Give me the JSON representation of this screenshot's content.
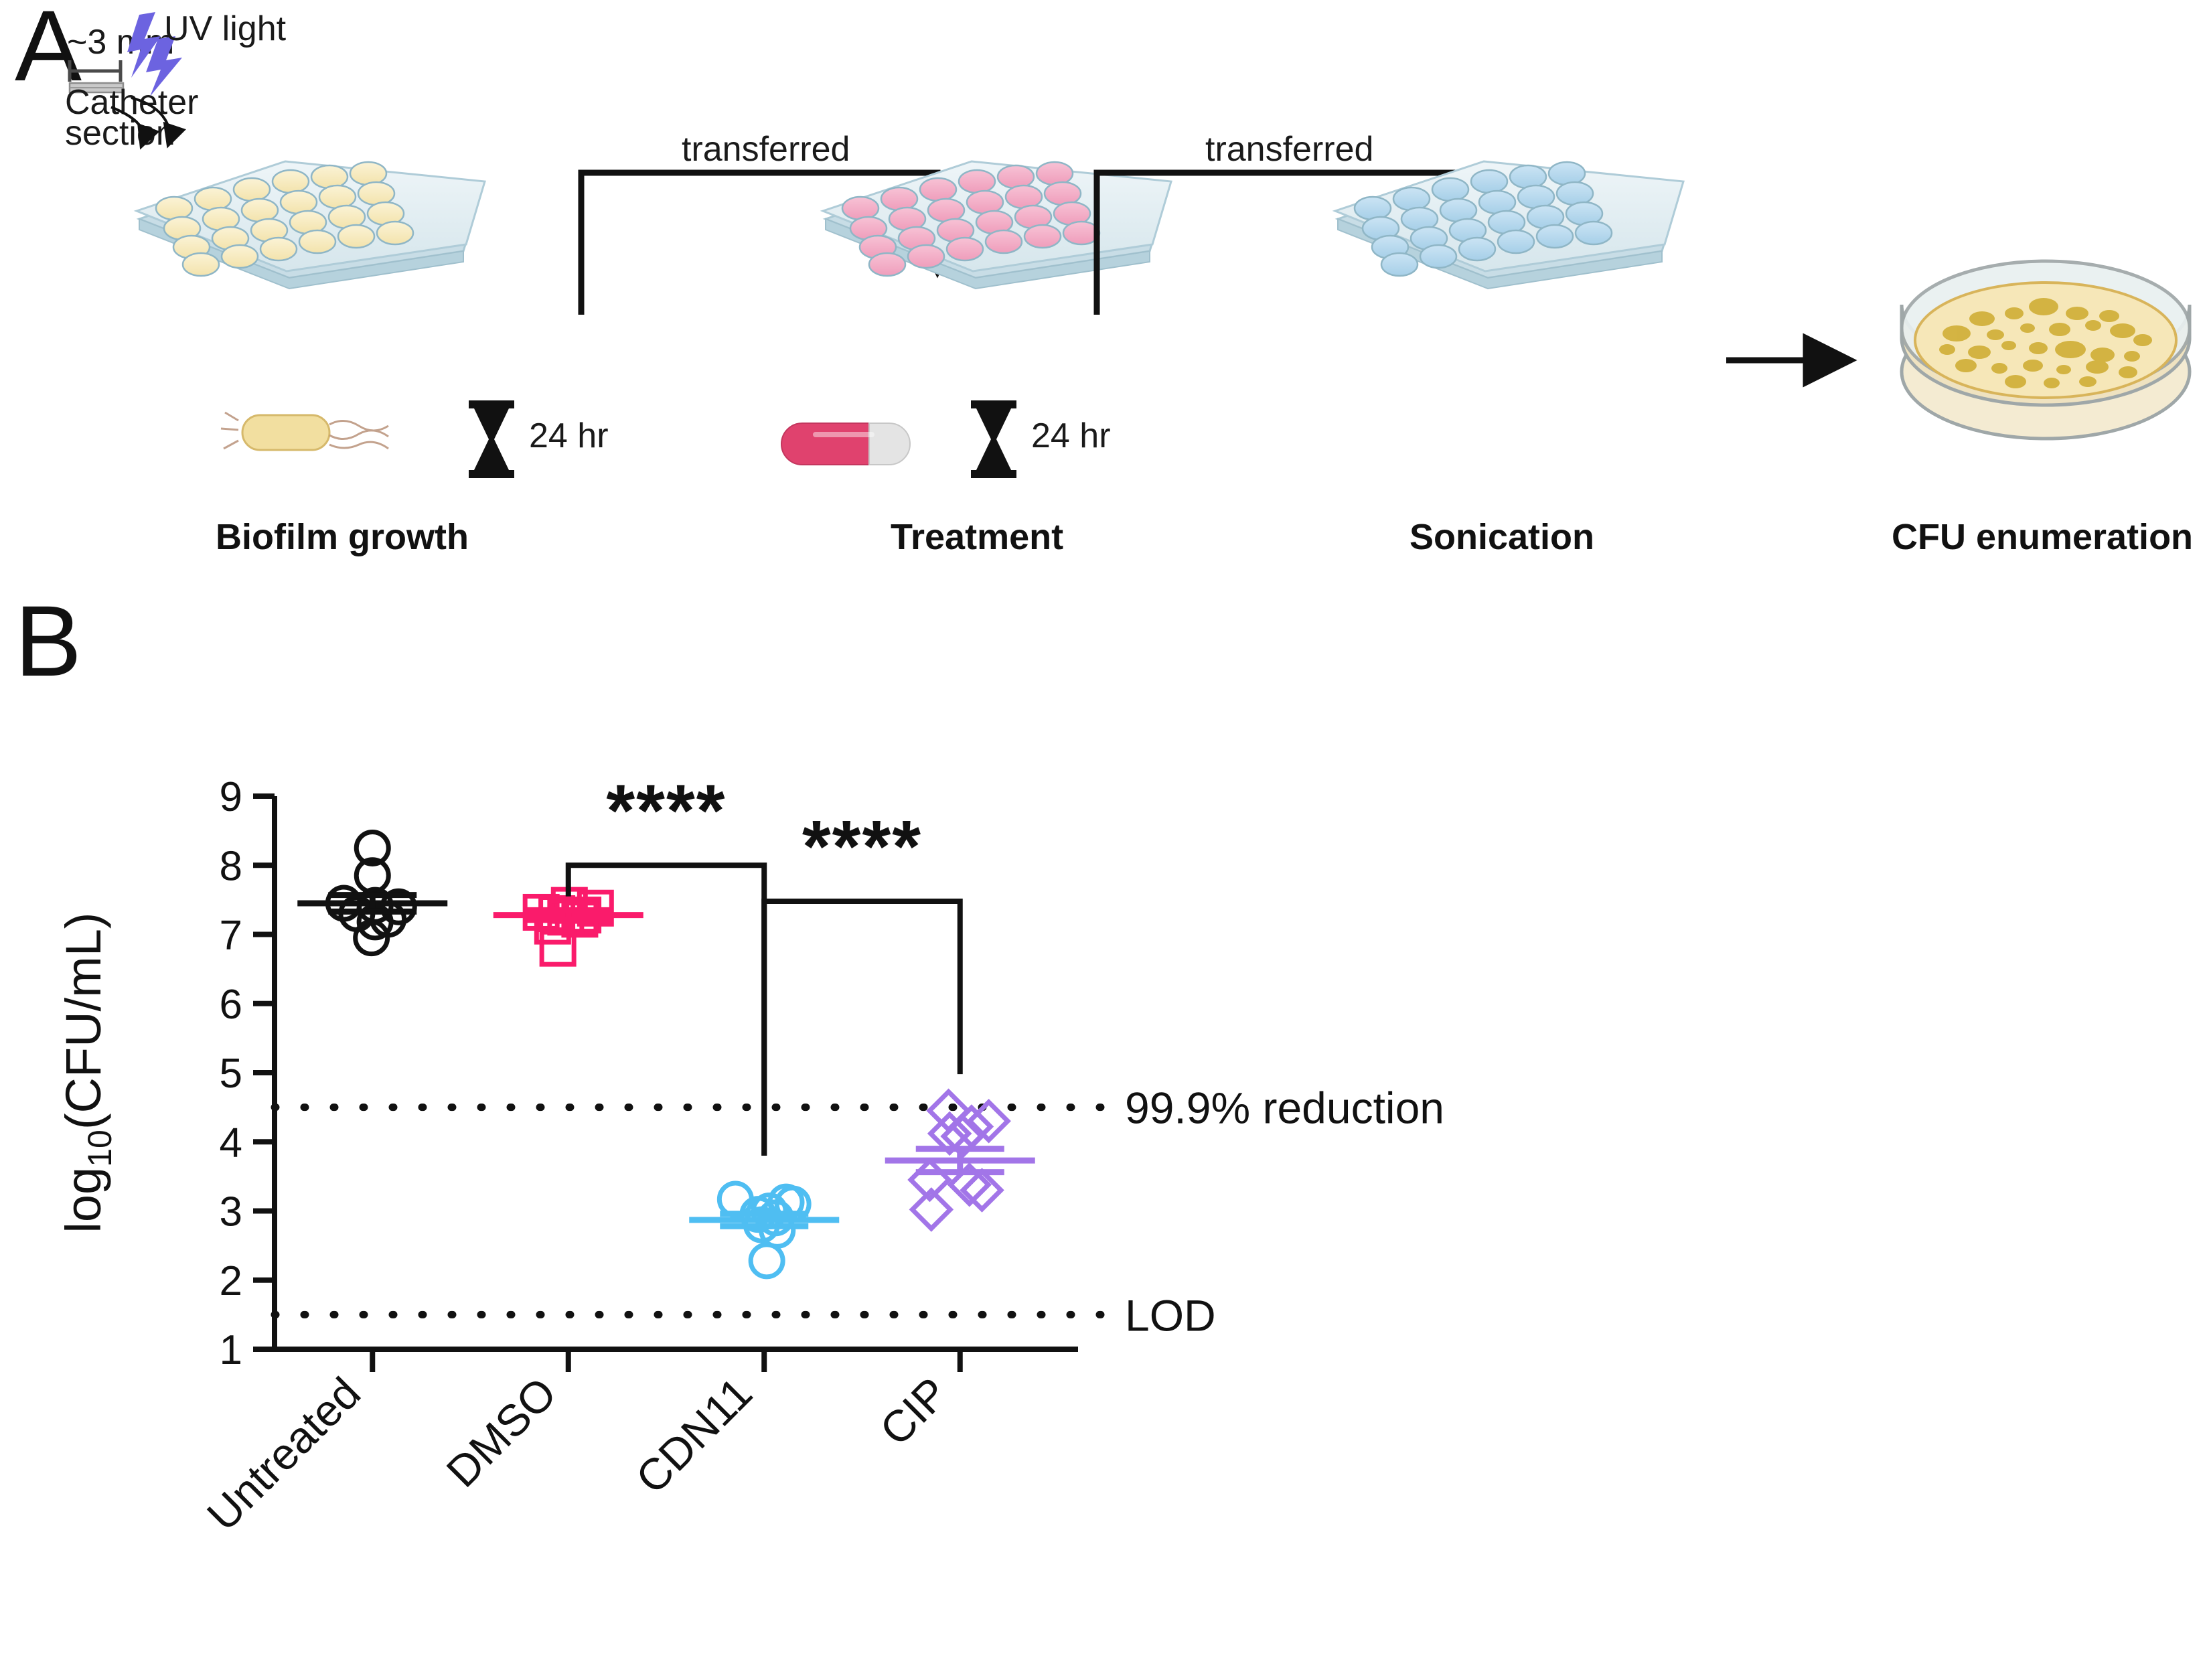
{
  "figure": {
    "panels": [
      {
        "id": "A",
        "label": "A"
      },
      {
        "id": "B",
        "label": "B"
      }
    ]
  },
  "schematic": {
    "labels": {
      "scale_bar": "~3 mm",
      "uv_light": "UV light",
      "catheter_line1": "Catheter",
      "catheter_line2": "section",
      "transferred_1": "transferred",
      "transferred_2": "transferred",
      "time_1": "24 hr",
      "time_2": "24 hr"
    },
    "steps": [
      {
        "name": "biofilm-growth",
        "caption": "Biofilm growth",
        "well_color": "#F7EBC0",
        "plate_color": "#D9E8EE"
      },
      {
        "name": "treatment",
        "caption": "Treatment",
        "well_color": "#F2A8C0",
        "plate_color": "#D9E8EE"
      },
      {
        "name": "sonication",
        "caption": "Sonication",
        "well_color": "#AFD4EC",
        "plate_color": "#D9E8EE"
      },
      {
        "name": "cfu-enumeration",
        "caption": "CFU enumeration",
        "well_color": "#F6E7B8",
        "plate_color": "#DFE9EA"
      }
    ],
    "icons": {
      "uv_bolt": "lightning-bolt-icon",
      "hourglass": "hourglass-icon",
      "capsule": "capsule-pill-icon",
      "bacterium": "bacterium-icon",
      "petri_dish": "petri-dish-icon"
    },
    "colors": {
      "uv_purple": "#6C63E0",
      "capsule_pink": "#E0426E",
      "capsule_white": "#E3E3E3",
      "bacterium_yellow": "#F2DFA0",
      "arrow_black": "#111111"
    }
  },
  "chart_data": {
    "type": "scatter",
    "title": "",
    "xlabel": "",
    "ylabel": "log10(CFU/mL)",
    "ylabel_parts": {
      "base": "log",
      "sub": "10",
      "rest": "(CFU/mL)"
    },
    "ylim": [
      1,
      9
    ],
    "yticks": [
      1,
      2,
      3,
      4,
      5,
      6,
      7,
      8,
      9
    ],
    "grid": false,
    "legend": "none",
    "categories": [
      "Untreated",
      "DMSO",
      "CDN11",
      "CIP"
    ],
    "series": [
      {
        "name": "Untreated",
        "marker": "circle",
        "color": "#111111",
        "mean": 7.45,
        "sem": 0.12,
        "values": [
          8.25,
          7.85,
          7.45,
          7.42,
          7.4,
          7.3,
          7.22,
          7.18,
          6.95
        ],
        "xjitter": [
          0.0,
          0.0,
          -0.55,
          0.05,
          0.5,
          -0.3,
          0.3,
          0.05,
          -0.02
        ]
      },
      {
        "name": "DMSO",
        "marker": "square",
        "color": "#FA1B6B",
        "mean": 7.28,
        "sem": 0.07,
        "values": [
          7.42,
          7.38,
          7.32,
          7.3,
          7.28,
          7.25,
          7.22,
          7.12,
          6.8
        ],
        "xjitter": [
          0.02,
          0.52,
          -0.52,
          -0.22,
          0.28,
          -0.05,
          0.22,
          -0.3,
          -0.2
        ]
      },
      {
        "name": "CDN11",
        "marker": "circle",
        "color": "#4FBEF2",
        "mean": 2.87,
        "sem": 0.09,
        "values": [
          3.17,
          3.13,
          3.1,
          3.0,
          2.95,
          2.9,
          2.8,
          2.72,
          2.28
        ],
        "xjitter": [
          -0.55,
          0.42,
          0.55,
          0.1,
          -0.12,
          0.22,
          -0.05,
          0.25,
          0.05
        ]
      },
      {
        "name": "CIP",
        "marker": "diamond",
        "color": "#A275E8",
        "mean": 3.73,
        "sem": 0.17,
        "values": [
          4.45,
          4.3,
          4.22,
          4.12,
          4.08,
          3.45,
          3.38,
          3.3,
          3.02
        ],
        "xjitter": [
          -0.22,
          0.55,
          0.22,
          -0.2,
          0.05,
          -0.58,
          0.18,
          0.42,
          -0.55
        ]
      }
    ],
    "reference_lines": [
      {
        "name": "reduction-line",
        "y": 4.5,
        "label": "99.9% reduction",
        "style": "dotted",
        "color": "#111111"
      },
      {
        "name": "lod-line",
        "y": 1.5,
        "label": "LOD",
        "style": "dotted",
        "color": "#111111"
      }
    ],
    "significance": [
      {
        "name": "dmso-vs-cdn11",
        "from": "DMSO",
        "to": "CDN11",
        "stars": "****",
        "top_y": 8.0,
        "left_drop_y": 7.55,
        "right_drop_y": 3.8
      },
      {
        "name": "cdn11-vs-cip",
        "from": "CDN11",
        "to": "CIP",
        "stars": "****",
        "top_y": 7.48,
        "left_drop_y": 3.8,
        "right_drop_y": 4.98
      }
    ]
  }
}
